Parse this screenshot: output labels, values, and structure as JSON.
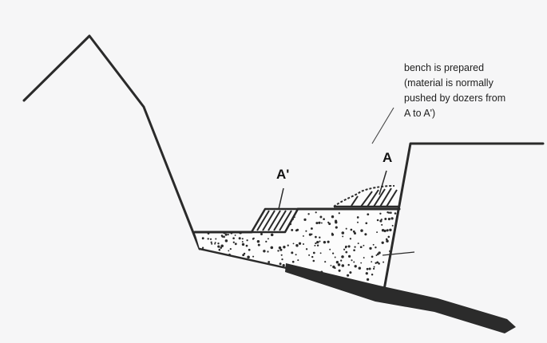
{
  "annotation": {
    "lines": [
      "bench is prepared",
      "(material is normally",
      "pushed by dozers from",
      "A to A')"
    ]
  },
  "labels": {
    "a_prime": "A'",
    "a": "A"
  },
  "colors": {
    "background": "#f6f6f7",
    "ink": "#2a2a2a",
    "fill_body": "#fcfcfc"
  }
}
